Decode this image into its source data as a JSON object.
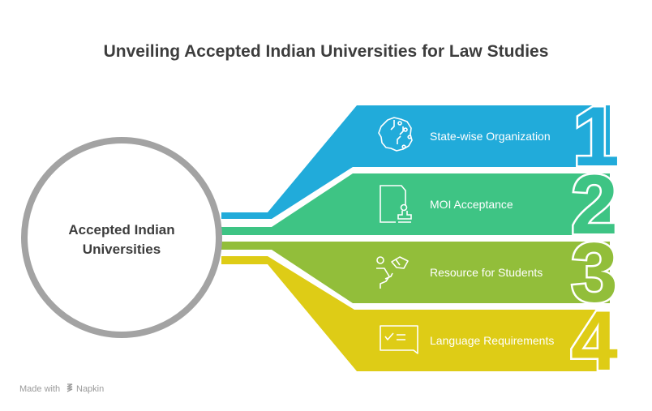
{
  "title": "Unveiling Accepted Indian Universities for Law Studies",
  "center": {
    "line1": "Accepted Indian",
    "line2": "Universities"
  },
  "items": [
    {
      "number": "1",
      "label": "State-wise Organization",
      "icon": "brain-circuit-icon",
      "color": "#21ABDA"
    },
    {
      "number": "2",
      "label": "MOI Acceptance",
      "icon": "document-stamp-icon",
      "color": "#3EC484"
    },
    {
      "number": "3",
      "label": "Resource for Students",
      "icon": "person-catching-book-icon",
      "color": "#92BE3A"
    },
    {
      "number": "4",
      "label": "Language Requirements",
      "icon": "checklist-chat-icon",
      "color": "#DECC16"
    }
  ],
  "footer": {
    "made_with": "Made with",
    "brand": "Napkin"
  },
  "colors": {
    "ring": "#A3A3A3",
    "text": "#3D3D3D"
  }
}
